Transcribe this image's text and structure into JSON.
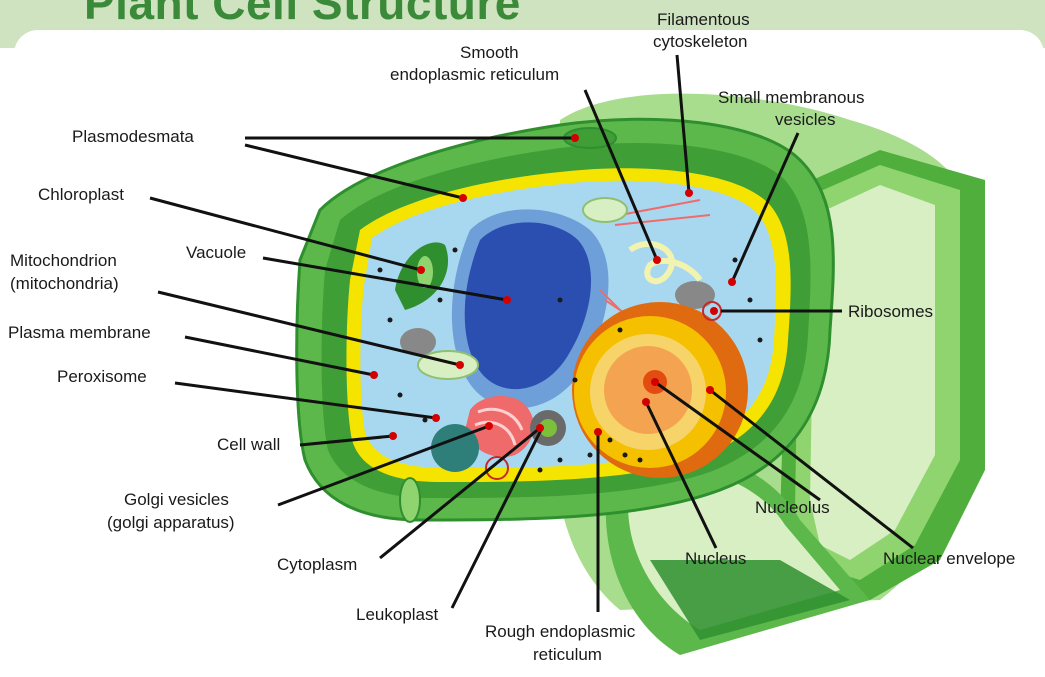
{
  "title": "Plant Cell Structure",
  "labels": {
    "filamentous_cytoskeleton": [
      "Filamentous",
      "cytoskeleton"
    ],
    "smooth_er": [
      "Smooth",
      "endoplasmic reticulum"
    ],
    "small_membranous_vesicles": [
      "Small membranous",
      "vesicles"
    ],
    "plasmodesmata": "Plasmodesmata",
    "chloroplast": "Chloroplast",
    "vacuole": "Vacuole",
    "mitochondrion": [
      "Mitochondrion",
      "(mitochondria)"
    ],
    "plasma_membrane": "Plasma membrane",
    "peroxisome": "Peroxisome",
    "cell_wall": "Cell wall",
    "golgi_vesicles": [
      "Golgi vesicles",
      "(golgi apparatus)"
    ],
    "cytoplasm": "Cytoplasm",
    "leukoplast": "Leukoplast",
    "rough_er": [
      "Rough endoplasmic",
      "reticulum"
    ],
    "nucleus": "Nucleus",
    "nucleolus": "Nucleolus",
    "nuclear_envelope": "Nuclear envelope",
    "ribosomes": "Ribosomes"
  },
  "colors": {
    "title": "#3a8a3a",
    "title_band": "#cfe3c0",
    "cell_wall": "#5cb84a",
    "cell_wall_dark": "#2f8f2f",
    "membrane": "#f5e400",
    "cytoplasm": "#a8d8ef",
    "vacuole": "#2a4fb0",
    "nucleus": "#f29a1e",
    "marker": "#d40000"
  }
}
